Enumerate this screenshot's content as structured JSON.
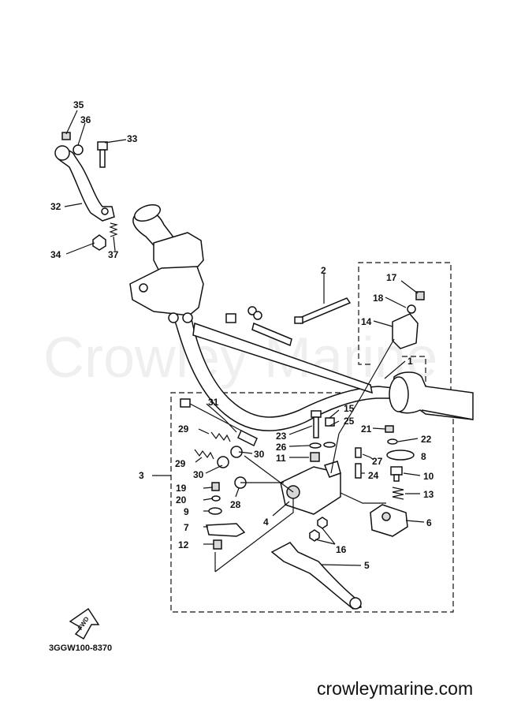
{
  "watermark": "Crowley Marine",
  "drawing_code": "3GGW100-8370",
  "website": "crowleymarine.com",
  "fwd_label": "FWD",
  "callouts": [
    "35",
    "36",
    "33",
    "32",
    "34",
    "37",
    "2",
    "17",
    "18",
    "14",
    "1",
    "31",
    "15",
    "25",
    "23",
    "26",
    "11",
    "21",
    "22",
    "27",
    "8",
    "10",
    "24",
    "13",
    "6",
    "29",
    "30",
    "3",
    "19",
    "20",
    "9",
    "7",
    "12",
    "28",
    "4",
    "16",
    "5"
  ]
}
